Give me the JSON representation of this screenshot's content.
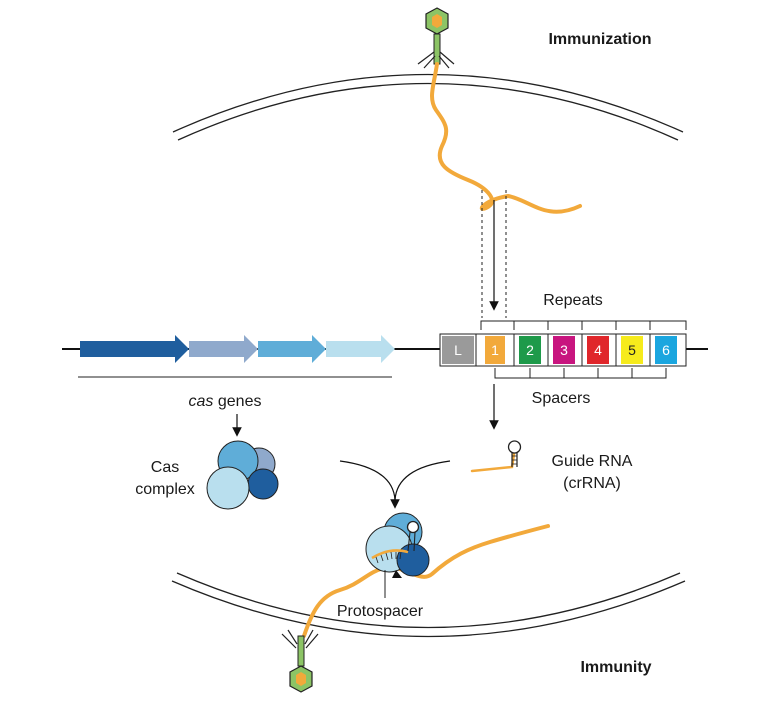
{
  "labels": {
    "immunization": "Immunization",
    "immunity": "Immunity",
    "repeats": "Repeats",
    "spacers": "Spacers",
    "cas_genes_italic": "cas",
    "cas_genes_rest": " genes",
    "cas_complex_line1": "Cas",
    "cas_complex_line2": "complex",
    "guide_rna_line1": "Guide RNA",
    "guide_rna_line2": "(crRNA)",
    "protospacer": "Protospacer"
  },
  "crispr_array": {
    "leader": "L",
    "spacers": [
      "1",
      "2",
      "3",
      "4",
      "5",
      "6"
    ]
  },
  "colors": {
    "phage_dna": "#F2A93B",
    "leader": "#9A9A9A",
    "spacer_1": "#F2A93B",
    "spacer_2": "#1E9A4A",
    "spacer_3": "#C8157F",
    "spacer_4": "#E0262B",
    "spacer_5": "#F6EB1C",
    "spacer_6": "#1BA6DF",
    "cas_gene_1": "#1F5E9E",
    "cas_gene_2": "#8FA9CC",
    "cas_gene_3": "#5FADD8",
    "cas_gene_4": "#B9DFEE",
    "phage_head": "#8CC465",
    "phage_core": "#F2A93B"
  }
}
